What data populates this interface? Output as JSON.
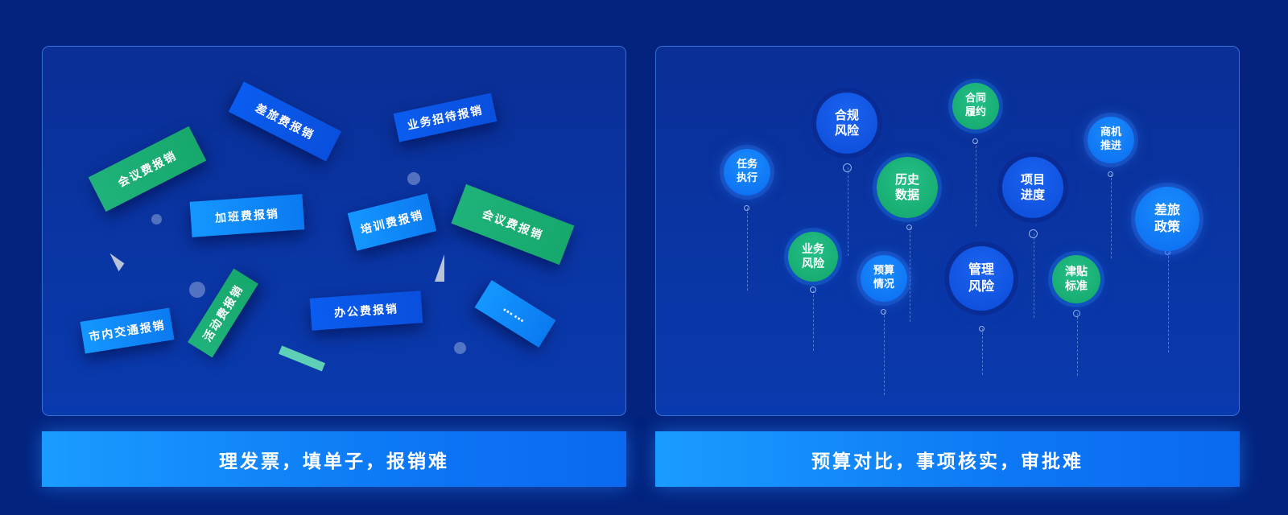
{
  "left_panel": {
    "tags": [
      {
        "id": "travel",
        "label": "差旅费报销"
      },
      {
        "id": "hospitality",
        "label": "业务招待报销"
      },
      {
        "id": "meeting1",
        "label": "会议费报销"
      },
      {
        "id": "overtime",
        "label": "加班费报销"
      },
      {
        "id": "training",
        "label": "培训费报销"
      },
      {
        "id": "meeting2",
        "label": "会议费报销"
      },
      {
        "id": "transport",
        "label": "市内交通报销"
      },
      {
        "id": "activity",
        "label": "活动费报销"
      },
      {
        "id": "office",
        "label": "办公费报销"
      },
      {
        "id": "more",
        "label": "……"
      }
    ],
    "caption": "理发票，填单子，报销难"
  },
  "right_panel": {
    "bubbles": [
      {
        "id": "task",
        "label": "任务\n执行"
      },
      {
        "id": "compliance",
        "label": "合规\n风险"
      },
      {
        "id": "history",
        "label": "历史\n数据"
      },
      {
        "id": "contract",
        "label": "合同\n履约"
      },
      {
        "id": "project",
        "label": "项目\n进度"
      },
      {
        "id": "opportunity",
        "label": "商机\n推进"
      },
      {
        "id": "travel-policy",
        "label": "差旅\n政策"
      },
      {
        "id": "business-risk",
        "label": "业务\n风险"
      },
      {
        "id": "budget",
        "label": "预算\n情况"
      },
      {
        "id": "management-risk",
        "label": "管理\n风险"
      },
      {
        "id": "allowance",
        "label": "津贴\n标准"
      }
    ],
    "caption": "预算对比，事项核实，审批难"
  }
}
